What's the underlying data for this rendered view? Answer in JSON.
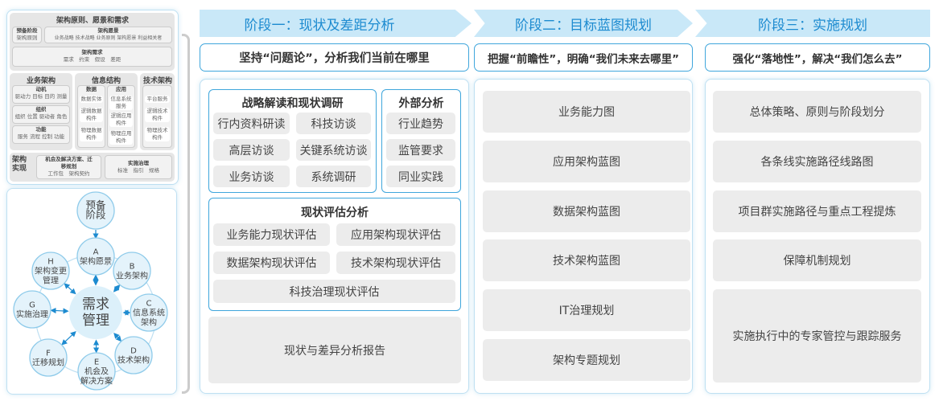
{
  "left_framework": {
    "title": "架构原则、愿景和需求",
    "prep": {
      "title": "预备阶段",
      "items": "架构原则"
    },
    "vision": {
      "title": "架构愿景",
      "items": "业务战略 技术战略 业务原则 架构愿景 利益相关者"
    },
    "requirements": {
      "title": "架构需求",
      "items": "需求　约束　假设　差距"
    },
    "business": {
      "title": "业务架构",
      "groups": [
        {
          "title": "动机",
          "items": "驱动力 目标 目的 测量"
        },
        {
          "title": "组织",
          "items": "组织 位置 驱动者 角色"
        },
        {
          "title": "功能",
          "items": "服务 流程 控制 功能"
        }
      ]
    },
    "info": {
      "title": "信息结构",
      "data": {
        "title": "数据",
        "items": [
          "数据实体",
          "逻辑数据构件",
          "物理数据构件"
        ]
      },
      "app": {
        "title": "应用",
        "items": [
          "信息系统服务",
          "逻辑应用构件",
          "物理应用构件"
        ]
      }
    },
    "tech": {
      "title": "技术架构",
      "items": [
        "平台服务",
        "逻辑技术构件",
        "物理技术构件"
      ]
    },
    "impl": {
      "title": "架构实现",
      "opp": {
        "title": "机会及解决方案、迁移规划",
        "items": "工作包　架构契约"
      },
      "gov": {
        "title": "实施治理",
        "items": "标准　指引　规格"
      }
    }
  },
  "adm_cycle": {
    "center": [
      "需求",
      "管理"
    ],
    "prep": [
      "预备",
      "阶段"
    ],
    "nodes": [
      {
        "letter": "A",
        "label": [
          "架构愿景"
        ]
      },
      {
        "letter": "B",
        "label": [
          "业务架构"
        ]
      },
      {
        "letter": "C",
        "label": [
          "信息系统",
          "架构"
        ]
      },
      {
        "letter": "D",
        "label": [
          "技术架构"
        ]
      },
      {
        "letter": "E",
        "label": [
          "机会及",
          "解决方案"
        ]
      },
      {
        "letter": "F",
        "label": [
          "迁移规划"
        ]
      },
      {
        "letter": "G",
        "label": [
          "实施治理"
        ]
      },
      {
        "letter": "H",
        "label": [
          "架构变更",
          "管理"
        ]
      }
    ]
  },
  "phases": [
    {
      "title": "阶段一：现状及差距分析",
      "slogan": "坚持“问题论”，分析我们当前在哪里"
    },
    {
      "title": "阶段二：目标蓝图规划",
      "slogan": "把握“前瞻性”，明确“我们未来去哪里”",
      "items": [
        "业务能力图",
        "应用架构蓝图",
        "数据架构蓝图",
        "技术架构蓝图",
        "IT治理规划",
        "架构专题规划"
      ]
    },
    {
      "title": "阶段三：实施规划",
      "slogan": "强化“落地性”，解决“我们怎么去”",
      "items": [
        "总体策略、原则与阶段划分",
        "各条线实施路径线路图",
        "项目群实施路径与重点工程提炼",
        "保障机制规划",
        "实施执行中的专家管控与跟踪服务"
      ]
    }
  ],
  "phase1": {
    "strategy": {
      "title": "战略解读和现状调研",
      "items": [
        "行内资料研读",
        "科技访谈",
        "高层访谈",
        "关键系统访谈",
        "业务访谈",
        "系统调研"
      ]
    },
    "external": {
      "title": "外部分析",
      "items": [
        "行业趋势",
        "监管要求",
        "同业实践"
      ]
    },
    "assessment": {
      "title": "现状评估分析",
      "items": [
        "业务能力现状评估",
        "应用架构现状评估",
        "数据架构现状评估",
        "技术架构现状评估",
        "科技治理现状评估"
      ]
    },
    "report": "现状与差异分析报告"
  },
  "colors": {
    "accent": "#3fa6dc",
    "phase_bg": "#c9e8f8",
    "phase_text": "#1d8bd0",
    "item_bg": "#ececec"
  }
}
